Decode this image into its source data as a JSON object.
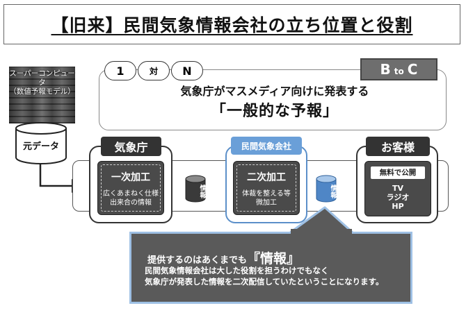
{
  "title": "【旧来】民間気象情報会社の立ち位置と役割",
  "supercomputer": {
    "label_line1": "スーパーコンピュータ",
    "label_line2": "（数値予報モデル）"
  },
  "raw_data": {
    "label": "元データ"
  },
  "ratio": {
    "left": "1",
    "middle": "対",
    "right": "N"
  },
  "btoc": {
    "b": "B",
    "to": "to",
    "c": "C"
  },
  "mass_media": {
    "line1": "気象庁がマスメディア向けに発表する",
    "line2": "「一般的な予報」"
  },
  "jma": {
    "header": "気象庁",
    "process_title": "一次加工",
    "process_desc_line1": "広くあまねく仕様",
    "process_desc_line2": "出来合の情報"
  },
  "info1": {
    "label": "情報"
  },
  "private_company": {
    "header": "民間気象会社",
    "process_title": "二次加工",
    "process_desc_line1": "体裁を整える等",
    "process_desc_line2": "微加工"
  },
  "info2": {
    "label": "情報"
  },
  "customer": {
    "header": "お客様",
    "free_label": "無料で公開",
    "channels": [
      "TV",
      "ラジオ",
      "HP"
    ]
  },
  "callout": {
    "line1_prefix": "提供するのはあくまでも",
    "line1_emphasis": "『情報』",
    "line2": "民間気象情報会社は大した役割を担うわけでもなく",
    "line3": "気象庁が発表した情報を二次配信していたということになります。"
  },
  "colors": {
    "dark_header": "#333333",
    "blue_accent": "#5b8fc9",
    "blue_header": "#6a9fd8",
    "callout_bg": "#5a5a5a",
    "callout_border": "#9ec0e4"
  },
  "icons": {
    "database": "cylinder",
    "arrow": "right-arrow",
    "callout_pointer": "triangle-up"
  }
}
